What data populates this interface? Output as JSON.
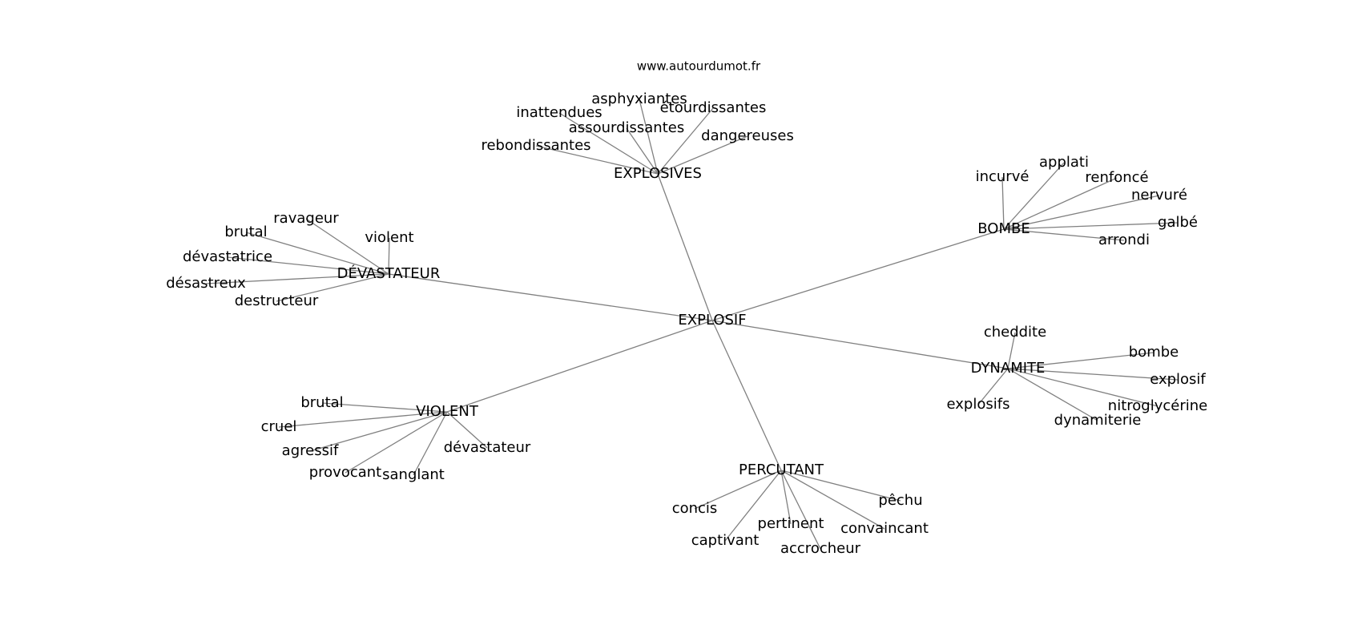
{
  "watermark": "www.autourdumot.fr",
  "graph": {
    "center": "EXPLOSIF",
    "clusters": [
      {
        "hub": "EXPLOSIVES",
        "leaves": [
          "asphyxiantes",
          "étourdissantes",
          "inattendues",
          "assourdissantes",
          "dangereuses",
          "rebondissantes"
        ]
      },
      {
        "hub": "BOMBE",
        "leaves": [
          "applati",
          "incurvé",
          "renfoncé",
          "nervuré",
          "galbé",
          "arrondi"
        ]
      },
      {
        "hub": "DÉVASTATEUR",
        "leaves": [
          "ravageur",
          "violent",
          "brutal",
          "dévastatrice",
          "désastreux",
          "destructeur"
        ]
      },
      {
        "hub": "DYNAMITE",
        "leaves": [
          "cheddite",
          "bombe",
          "explosif",
          "nitroglycérine",
          "dynamiterie",
          "explosifs"
        ]
      },
      {
        "hub": "VIOLENT",
        "leaves": [
          "brutal",
          "cruel",
          "agressif",
          "provocant",
          "sanglant",
          "dévastateur"
        ]
      },
      {
        "hub": "PERCUTANT",
        "leaves": [
          "pêchu",
          "concis",
          "pertinent",
          "convaincant",
          "captivant",
          "accrocheur"
        ]
      }
    ]
  }
}
